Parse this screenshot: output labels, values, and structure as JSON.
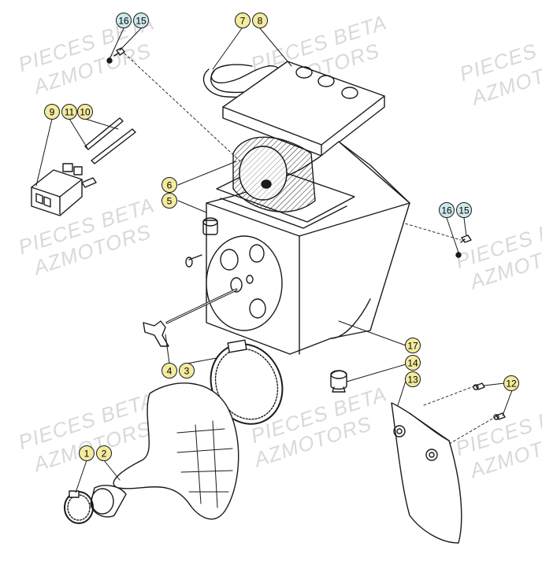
{
  "watermark": {
    "line1": "PIECES BETA",
    "line2": "AZMOTORS"
  },
  "colors": {
    "callout_fill": "#f3eba0",
    "callout_fill_blue": "#cfe8ec",
    "stroke": "#1a1a1a",
    "watermark": "#d9d9d9"
  },
  "callouts": {
    "c16_top": "16",
    "c15_top": "15",
    "c7": "7",
    "c8": "8",
    "c9": "9",
    "c11": "11",
    "c10": "10",
    "c6": "6",
    "c5": "5",
    "c16_right": "16",
    "c15_right": "15",
    "c4": "4",
    "c3": "3",
    "c17": "17",
    "c14": "14",
    "c13": "13",
    "c12": "12",
    "c1": "1",
    "c2": "2"
  }
}
